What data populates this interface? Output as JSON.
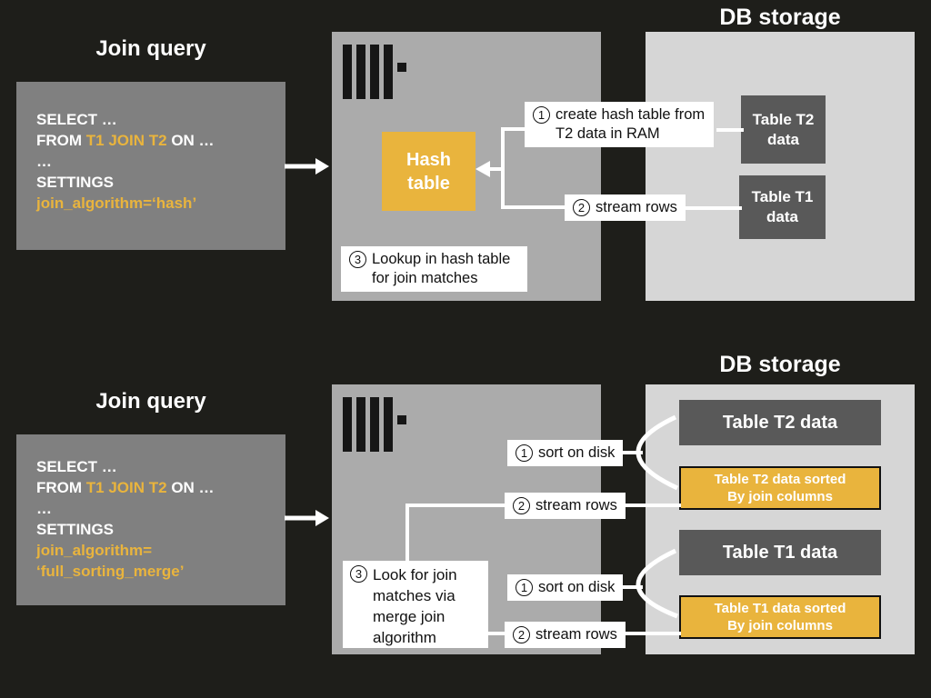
{
  "colors": {
    "background": "#1e1e1a",
    "query_box": "#808080",
    "server_box": "#ababab",
    "storage_box": "#d6d6d6",
    "table_box": "#595959",
    "accent_orange": "#e9b43d",
    "text_light": "#ffffff",
    "text_dark": "#111111"
  },
  "hash_join": {
    "query_title": "Join query",
    "sql": {
      "select": "SELECT …",
      "from_pre": "FROM ",
      "from_hl": "T1 JOIN T2",
      "from_post": " ON …",
      "dots": "…",
      "settings": "SETTINGS",
      "algo": "join_algorithm=‘hash’"
    },
    "hash_table": "Hash table",
    "step1": {
      "num": "1",
      "text": "create hash table from T2 data in RAM"
    },
    "step2": {
      "num": "2",
      "text": "stream rows"
    },
    "step3": {
      "num": "3",
      "text": "Lookup in hash table for join matches"
    },
    "storage_title": "DB storage",
    "table_t2": "Table T2 data",
    "table_t1": "Table T1 data"
  },
  "merge_join": {
    "query_title": "Join query",
    "sql": {
      "select": "SELECT …",
      "from_pre": "FROM ",
      "from_hl": "T1 JOIN T2",
      "from_post": " ON …",
      "dots": "…",
      "settings": "SETTINGS",
      "algo_l1": "join_algorithm=",
      "algo_l2": "‘full_sorting_merge’"
    },
    "sort_t2": {
      "num": "1",
      "text": "sort on disk"
    },
    "stream_t2": {
      "num": "2",
      "text": "stream rows"
    },
    "step3": {
      "num": "3",
      "text": "Look for join matches via merge join algorithm"
    },
    "sort_t1": {
      "num": "1",
      "text": "sort on disk"
    },
    "stream_t1": {
      "num": "2",
      "text": "stream rows"
    },
    "storage_title": "DB storage",
    "table_t2": "Table T2 data",
    "table_t2_sorted_l1": "Table T2 data sorted",
    "table_t2_sorted_l2": "By join columns",
    "table_t1": "Table T1 data",
    "table_t1_sorted_l1": "Table T1 data sorted",
    "table_t1_sorted_l2": "By join columns"
  }
}
